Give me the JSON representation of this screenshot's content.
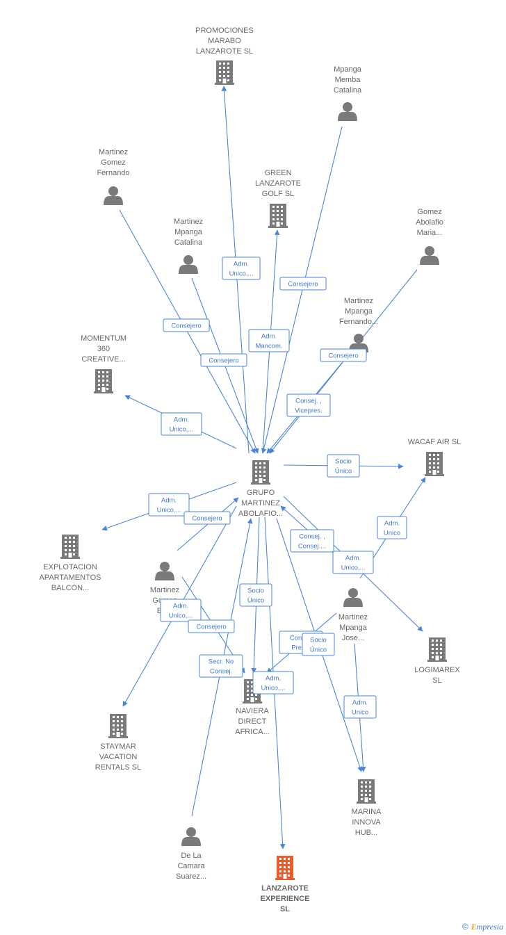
{
  "colors": {
    "node": "#7a7a7a",
    "highlight": "#f05a28",
    "edge": "#4a86d4"
  },
  "nodes": [
    {
      "id": "promociones",
      "type": "company",
      "label": [
        "PROMOCIONES",
        "MARABO",
        "LANZAROTE SL"
      ]
    },
    {
      "id": "mpanga_memba",
      "type": "person",
      "label": [
        "Mpanga",
        "Memba",
        "Catalina"
      ]
    },
    {
      "id": "martinez_gomez_fernando",
      "type": "person",
      "label": [
        "Martinez",
        "Gomez",
        "Fernando"
      ]
    },
    {
      "id": "green",
      "type": "company",
      "label": [
        "GREEN",
        "LANZAROTE",
        "GOLF  SL"
      ]
    },
    {
      "id": "martinez_mpanga_catalina",
      "type": "person",
      "label": [
        "Martinez",
        "Mpanga",
        "Catalina"
      ]
    },
    {
      "id": "gomez_abolafio",
      "type": "person",
      "label": [
        "Gomez",
        "Abolafio",
        "Maria..."
      ]
    },
    {
      "id": "martinez_mpanga_fernando",
      "type": "person",
      "label": [
        "Martinez",
        "Mpanga",
        "Fernando..."
      ]
    },
    {
      "id": "momentum",
      "type": "company",
      "label": [
        "MOMENTUM",
        "360",
        "CREATIVE..."
      ]
    },
    {
      "id": "grupo",
      "type": "company",
      "label": [
        "GRUPO",
        "MARTINEZ",
        "ABOLAFIO..."
      ]
    },
    {
      "id": "wacaf",
      "type": "company",
      "label": [
        "WACAF AIR  SL"
      ]
    },
    {
      "id": "explotacion",
      "type": "company",
      "label": [
        "EXPLOTACION",
        "APARTAMENTOS",
        "BALCON..."
      ]
    },
    {
      "id": "martinez_gomez_be",
      "type": "person",
      "label": [
        "Martinez",
        "Gomez",
        "Be..."
      ]
    },
    {
      "id": "martinez_mpanga_jose",
      "type": "person",
      "label": [
        "Martinez",
        "Mpanga",
        "Jose..."
      ]
    },
    {
      "id": "logimarex",
      "type": "company",
      "label": [
        "LOGIMAREX",
        "SL"
      ]
    },
    {
      "id": "naviera",
      "type": "company",
      "label": [
        "NAVIERA",
        "DIRECT",
        "AFRICA..."
      ]
    },
    {
      "id": "staymar",
      "type": "company",
      "label": [
        "STAYMAR",
        "VACATION",
        "RENTALS  SL"
      ]
    },
    {
      "id": "marina",
      "type": "company",
      "label": [
        "MARINA",
        "INNOVA",
        "HUB..."
      ]
    },
    {
      "id": "de_la_camara",
      "type": "person",
      "label": [
        "De La",
        "Camara",
        "Suarez..."
      ]
    },
    {
      "id": "lanzarote_exp",
      "type": "company",
      "highlight": true,
      "label": [
        "LANZAROTE",
        "EXPERIENCE",
        "SL"
      ]
    }
  ],
  "edges": [
    {
      "from": "grupo",
      "to": "promociones",
      "label": [
        "Adm.",
        "Unico,..."
      ]
    },
    {
      "from": "mpanga_memba",
      "to": "grupo",
      "label": [
        "Consejero"
      ]
    },
    {
      "from": "martinez_gomez_fernando",
      "to": "grupo",
      "label": [
        "Consejero"
      ]
    },
    {
      "from": "grupo",
      "to": "green",
      "label": [
        "Adm.",
        "Mancom."
      ]
    },
    {
      "from": "martinez_mpanga_catalina",
      "to": "grupo",
      "label": [
        "Consejero"
      ]
    },
    {
      "from": "gomez_abolafio",
      "to": "grupo",
      "label": [
        "Consejero"
      ]
    },
    {
      "from": "martinez_mpanga_fernando",
      "to": "grupo",
      "label": [
        "Consej. ,",
        "Vicepres."
      ]
    },
    {
      "from": "grupo",
      "to": "momentum",
      "label": [
        "Adm.",
        "Unico,..."
      ]
    },
    {
      "from": "grupo",
      "to": "wacaf",
      "label": [
        "Socio",
        "Único"
      ]
    },
    {
      "from": "grupo",
      "to": "explotacion",
      "label": [
        "Adm.",
        "Unico,..."
      ]
    },
    {
      "from": "martinez_gomez_be",
      "to": "grupo",
      "label": [
        "Consejero"
      ]
    },
    {
      "from": "martinez_mpanga_jose",
      "to": "grupo",
      "label": [
        "Consej. ,",
        "Consej...."
      ]
    },
    {
      "from": "grupo",
      "to": "logimarex",
      "label": [
        "Adm.",
        "Unico,..."
      ]
    },
    {
      "from": "martinez_mpanga_jose",
      "to": "wacaf",
      "label": [
        "Adm.",
        "Unico"
      ]
    },
    {
      "from": "grupo",
      "to": "naviera",
      "label": [
        "Socio",
        "Único"
      ]
    },
    {
      "from": "grupo",
      "to": "staymar",
      "label": [
        "Adm.",
        "Unico,..."
      ]
    },
    {
      "from": "martinez_gomez_be",
      "to": "naviera",
      "label": [
        "Consejero"
      ]
    },
    {
      "from": "martinez_mpanga_jose",
      "to": "naviera",
      "label": [
        "Consej.",
        "Pres..."
      ]
    },
    {
      "from": "grupo",
      "to": "marina",
      "label": [
        "Socio",
        "Único"
      ]
    },
    {
      "from": "martinez_mpanga_jose",
      "to": "marina",
      "label": [
        "Adm.",
        "Unico"
      ]
    },
    {
      "from": "de_la_camara",
      "to": "grupo",
      "label": [
        "Secr.  No",
        "Consej."
      ]
    },
    {
      "from": "grupo",
      "to": "lanzarote_exp",
      "label": [
        "Adm.",
        "Unico,..."
      ]
    }
  ],
  "brand": {
    "copyright": "©",
    "initial": "E",
    "name": "mpresia"
  }
}
